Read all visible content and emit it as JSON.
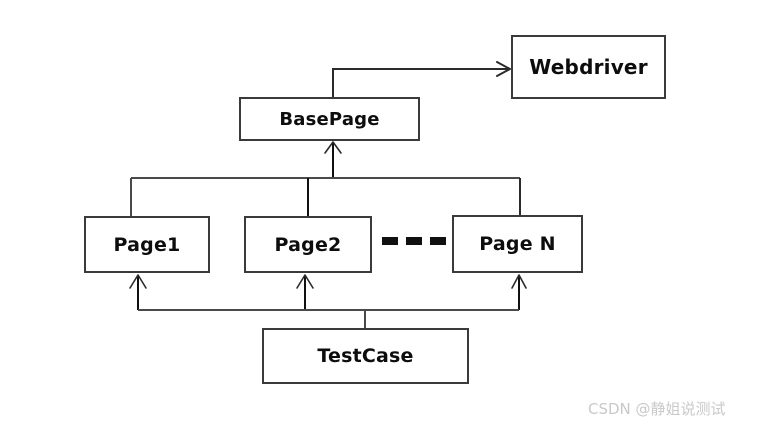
{
  "diagram": {
    "type": "page-object-model-architecture",
    "background_color": "#ffffff",
    "line_color": "#3a3a3a",
    "text_color": "#0d0d0d",
    "nodes": [
      {
        "id": "webdriver",
        "label": "Webdriver"
      },
      {
        "id": "basepage",
        "label": "BasePage"
      },
      {
        "id": "page1",
        "label": "Page1"
      },
      {
        "id": "page2",
        "label": "Page2"
      },
      {
        "id": "pagen",
        "label": "Page N"
      },
      {
        "id": "testcase",
        "label": "TestCase"
      }
    ],
    "ellipsis": {
      "name": "more-pages-ellipsis",
      "dash_count": 3,
      "dashes": [
        "-",
        "-",
        "-"
      ]
    },
    "edges": [
      {
        "id": "basepage-to-webdriver",
        "from": "BasePage",
        "to": "Webdriver",
        "style": "solid",
        "arrow": "open"
      },
      {
        "id": "page1-to-basepage",
        "from": "Page1",
        "to": "BasePage",
        "style": "solid",
        "arrow": "open"
      },
      {
        "id": "page2-to-basepage",
        "from": "Page2",
        "to": "BasePage",
        "style": "solid",
        "arrow": "open"
      },
      {
        "id": "pagen-to-basepage",
        "from": "Page N",
        "to": "BasePage",
        "style": "solid",
        "arrow": "open"
      },
      {
        "id": "testcase-to-page1",
        "from": "TestCase",
        "to": "Page1",
        "style": "solid",
        "arrow": "open"
      },
      {
        "id": "testcase-to-page2",
        "from": "TestCase",
        "to": "Page2",
        "style": "solid",
        "arrow": "open"
      },
      {
        "id": "testcase-to-pagen",
        "from": "TestCase",
        "to": "Page N",
        "style": "solid",
        "arrow": "open"
      }
    ]
  },
  "watermark": {
    "text": "CSDN @静姐说测试",
    "color": "#c9c9c9"
  }
}
